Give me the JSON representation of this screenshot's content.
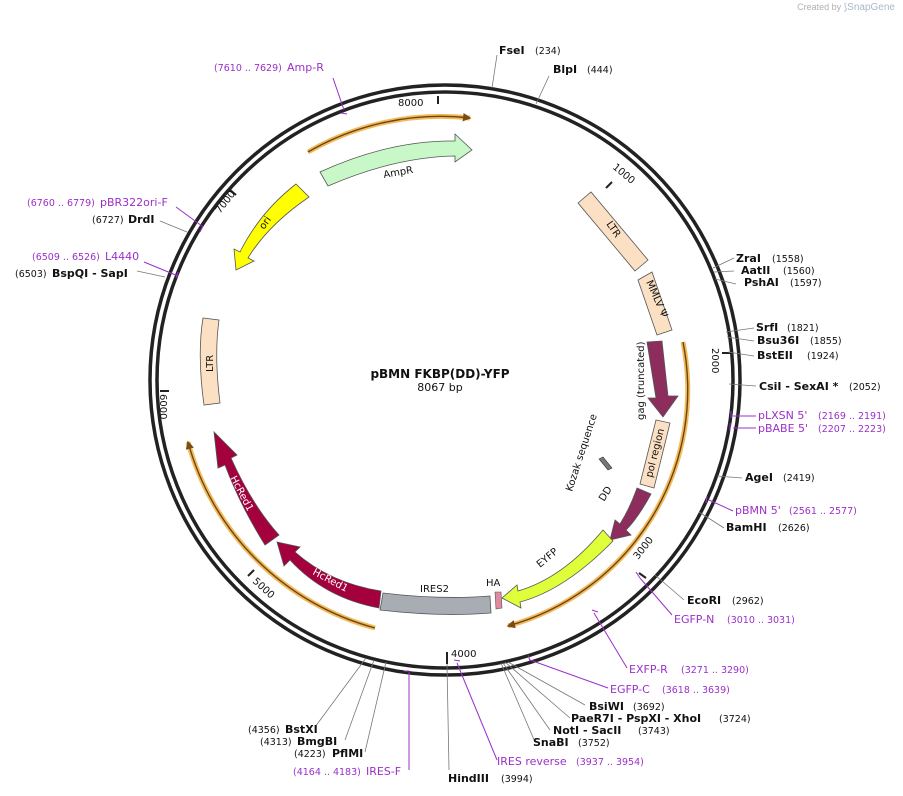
{
  "credit": {
    "prefix": "Created by",
    "brand": "SnapGene"
  },
  "plasmid": {
    "name": "pBMN FKBP(DD)-YFP",
    "size_label": "8067 bp"
  },
  "ticks": [
    "1000",
    "2000",
    "3000",
    "4000",
    "5000",
    "6000",
    "7000",
    "8000"
  ],
  "enzymes": [
    {
      "name": "FseI",
      "pos": "(234)"
    },
    {
      "name": "BlpI",
      "pos": "(444)"
    },
    {
      "name": "ZraI",
      "pos": "(1558)"
    },
    {
      "name": "AatII",
      "pos": "(1560)"
    },
    {
      "name": "PshAI",
      "pos": "(1597)"
    },
    {
      "name": "SrfI",
      "pos": "(1821)"
    },
    {
      "name": "Bsu36I",
      "pos": "(1855)"
    },
    {
      "name": "BstEII",
      "pos": "(1924)"
    },
    {
      "name": "CsiI - SexAI *",
      "pos": "(2052)"
    },
    {
      "name": "AgeI",
      "pos": "(2419)"
    },
    {
      "name": "BamHI",
      "pos": "(2626)"
    },
    {
      "name": "EcoRI",
      "pos": "(2962)"
    },
    {
      "name": "BsiWI",
      "pos": "(3692)"
    },
    {
      "name": "PaeR7I - PspXI - XhoI",
      "pos": "(3724)"
    },
    {
      "name": "NotI - SacII",
      "pos": "(3743)"
    },
    {
      "name": "SnaBI",
      "pos": "(3752)"
    },
    {
      "name": "HindIII",
      "pos": "(3994)"
    },
    {
      "name": "PflMI",
      "pos": "(4223)"
    },
    {
      "name": "BmgBI",
      "pos": "(4313)"
    },
    {
      "name": "BstXI",
      "pos": "(4356)"
    },
    {
      "name": "BspQI - SapI",
      "pos": "(6503)"
    },
    {
      "name": "DrdI",
      "pos": "(6727)"
    }
  ],
  "primers": [
    {
      "name": "Amp-R",
      "pos": "(7610 .. 7629)"
    },
    {
      "name": "pBR322ori-F",
      "pos": "(6760 .. 6779)"
    },
    {
      "name": "L4440",
      "pos": "(6509 .. 6526)"
    },
    {
      "name": "pLXSN 5'",
      "pos": "(2169 .. 2191)"
    },
    {
      "name": "pBABE 5'",
      "pos": "(2207 .. 2223)"
    },
    {
      "name": "pBMN 5'",
      "pos": "(2561 .. 2577)"
    },
    {
      "name": "EGFP-N",
      "pos": "(3010 .. 3031)"
    },
    {
      "name": "EXFP-R",
      "pos": "(3271 .. 3290)"
    },
    {
      "name": "EGFP-C",
      "pos": "(3618 .. 3639)"
    },
    {
      "name": "IRES reverse",
      "pos": "(3937 .. 3954)"
    },
    {
      "name": "IRES-F",
      "pos": "(4164 .. 4183)"
    }
  ],
  "features": [
    {
      "name": "LTR"
    },
    {
      "name": "MMLV Ψ"
    },
    {
      "name": "gag (truncated)"
    },
    {
      "name": "pol region"
    },
    {
      "name": "Kozak sequence"
    },
    {
      "name": "DD"
    },
    {
      "name": "EYFP"
    },
    {
      "name": "HA"
    },
    {
      "name": "IRES2"
    },
    {
      "name": "HcRed1"
    },
    {
      "name": "HcRed1"
    },
    {
      "name": "LTR"
    },
    {
      "name": "ori"
    },
    {
      "name": "AmpR"
    }
  ],
  "colors": {
    "backbone": "#222222",
    "ltr": "#fbe0c4",
    "ampr": "#c8f7c8",
    "ori": "#ffff00",
    "gag": "#8c2d5e",
    "eyfp": "#deff3a",
    "hcred": "#a3003d",
    "ires": "#a8adb4",
    "orf_arc": "#f3ba5c",
    "primer": "#9b30c9"
  }
}
